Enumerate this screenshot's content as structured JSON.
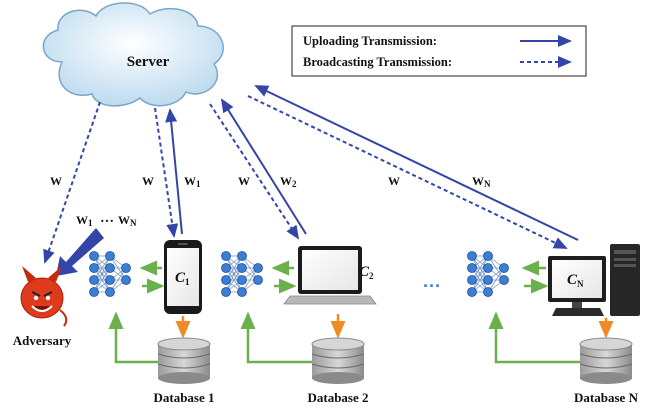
{
  "server": {
    "label": "Server"
  },
  "legend": {
    "upload_label": "Uploading Transmission:",
    "broadcast_label": "Broadcasting Transmission:"
  },
  "labels": {
    "w_adversary": "W",
    "w1_adversary": "W",
    "w1_sub": "1",
    "ellipsis": "…",
    "wn_adversary": "W",
    "wn_sub": "N",
    "w_c1": "W",
    "w1_up": "W",
    "w1_up_sub": "1",
    "w_c2": "W",
    "w2_up": "W",
    "w2_up_sub": "2",
    "w_cn": "W",
    "wn_up": "W",
    "wn_up_sub": "N",
    "dots_between": "···"
  },
  "clients": [
    {
      "name": "C",
      "sub": "1"
    },
    {
      "name": "C",
      "sub": "2"
    },
    {
      "name": "C",
      "sub": "N"
    }
  ],
  "databases": [
    {
      "label": "Database 1"
    },
    {
      "label": "Database 2"
    },
    {
      "label": "Database N"
    }
  ],
  "adversary": {
    "label": "Adversary"
  },
  "colors": {
    "arrow_blue": "#3346a8",
    "green": "#6ab04c",
    "orange": "#f08a24",
    "node_blue": "#3b7fd4",
    "adversary_red": "#e03a1c"
  }
}
